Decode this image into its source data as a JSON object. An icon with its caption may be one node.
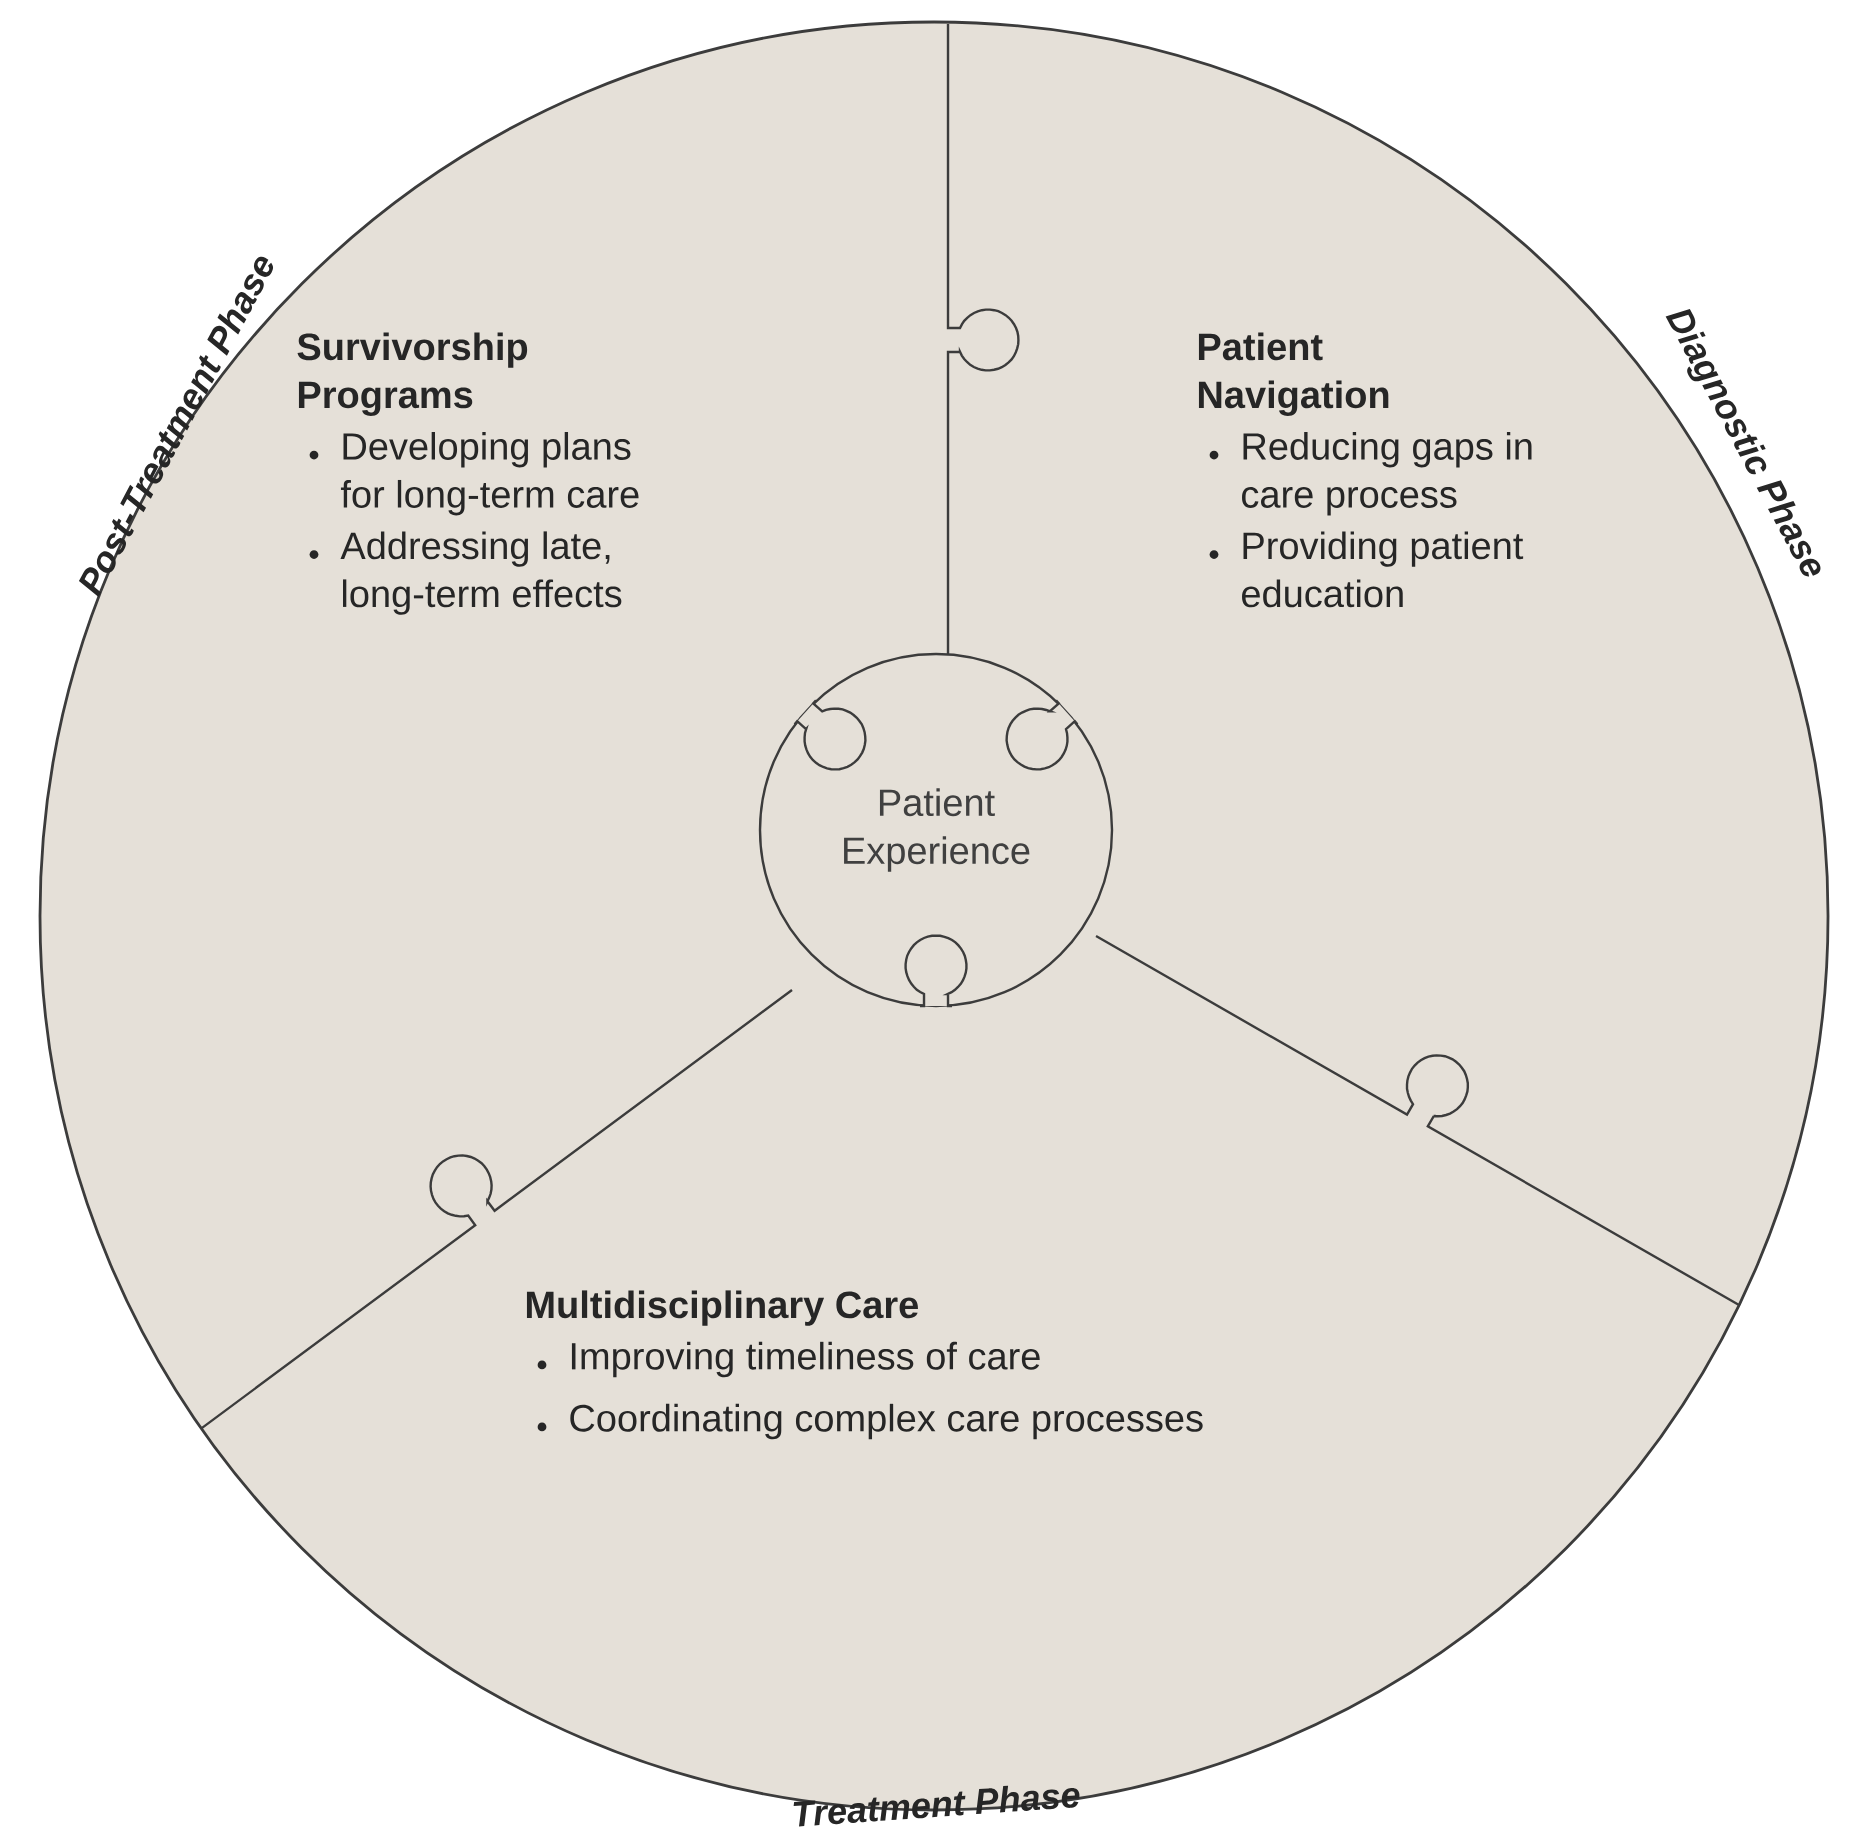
{
  "diagram": {
    "nodes": [
      {
        "text": [
          "Survivorship Programs",
          "Developing plans for long-term care",
          "Addressing late, long-term effects"
        ]
      },
      {
        "text": [
          "Patient Navigation",
          "Reducing gaps in care process",
          "Providing patient education"
        ]
      },
      {
        "text": [
          "Patient Experience"
        ]
      },
      {
        "text": [
          "Multidisciplinary Care",
          "Improving timeliness of care",
          "Coordinating complex care processes"
        ]
      }
    ],
    "labels": [
      "Post-Treatment Phase",
      "Diagnostic Phase",
      "Treatment Phase"
    ]
  }
}
